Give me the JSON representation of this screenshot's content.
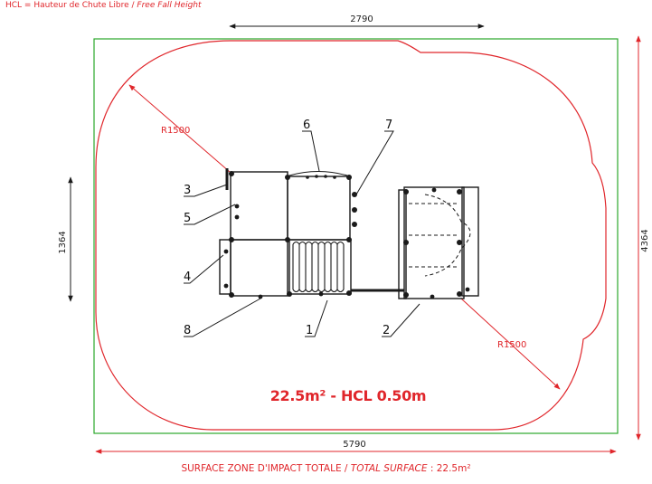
{
  "header": {
    "hcl_fr": "HCL = Hauteur de Chute Libre",
    "hcl_sep": " / ",
    "hcl_en": "Free Fall Height"
  },
  "dimensions": {
    "top_width": "2790",
    "left_height": "1364",
    "right_height": "4364",
    "bottom_width": "5790"
  },
  "radii": {
    "top_left": "R1500",
    "bottom_right": "R1500"
  },
  "callouts": [
    "1",
    "2",
    "3",
    "4",
    "5",
    "6",
    "7",
    "8"
  ],
  "summary": "22.5m² - HCL 0.50m",
  "footer": {
    "fr": "SURFACE ZONE D'IMPACT TOTALE",
    "sep": " / ",
    "en": "TOTAL SURFACE",
    "value": " : 22.5m²"
  },
  "colors": {
    "zone": "#e0262b",
    "frame": "#2ba82b",
    "drawing": "#1a1a1a"
  }
}
